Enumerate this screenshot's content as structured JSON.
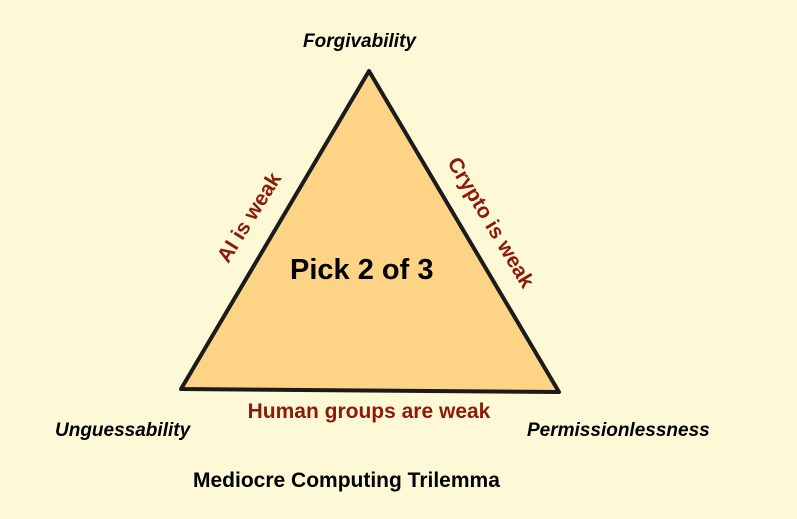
{
  "vertices": {
    "top": "Forgivability",
    "bottom_left": "Unguessability",
    "bottom_right": "Permissionlessness"
  },
  "edges": {
    "left": "AI is weak",
    "right": "Crypto is weak",
    "bottom": "Human groups are weak"
  },
  "center_text": "Pick 2 of 3",
  "title": "Mediocre Computing Trilemma",
  "colors": {
    "background": "#fdf8d6",
    "triangle_fill": "#fdd486",
    "triangle_stroke": "#1b1b1b",
    "edge_label": "#8b1a0a",
    "text": "#000000"
  }
}
